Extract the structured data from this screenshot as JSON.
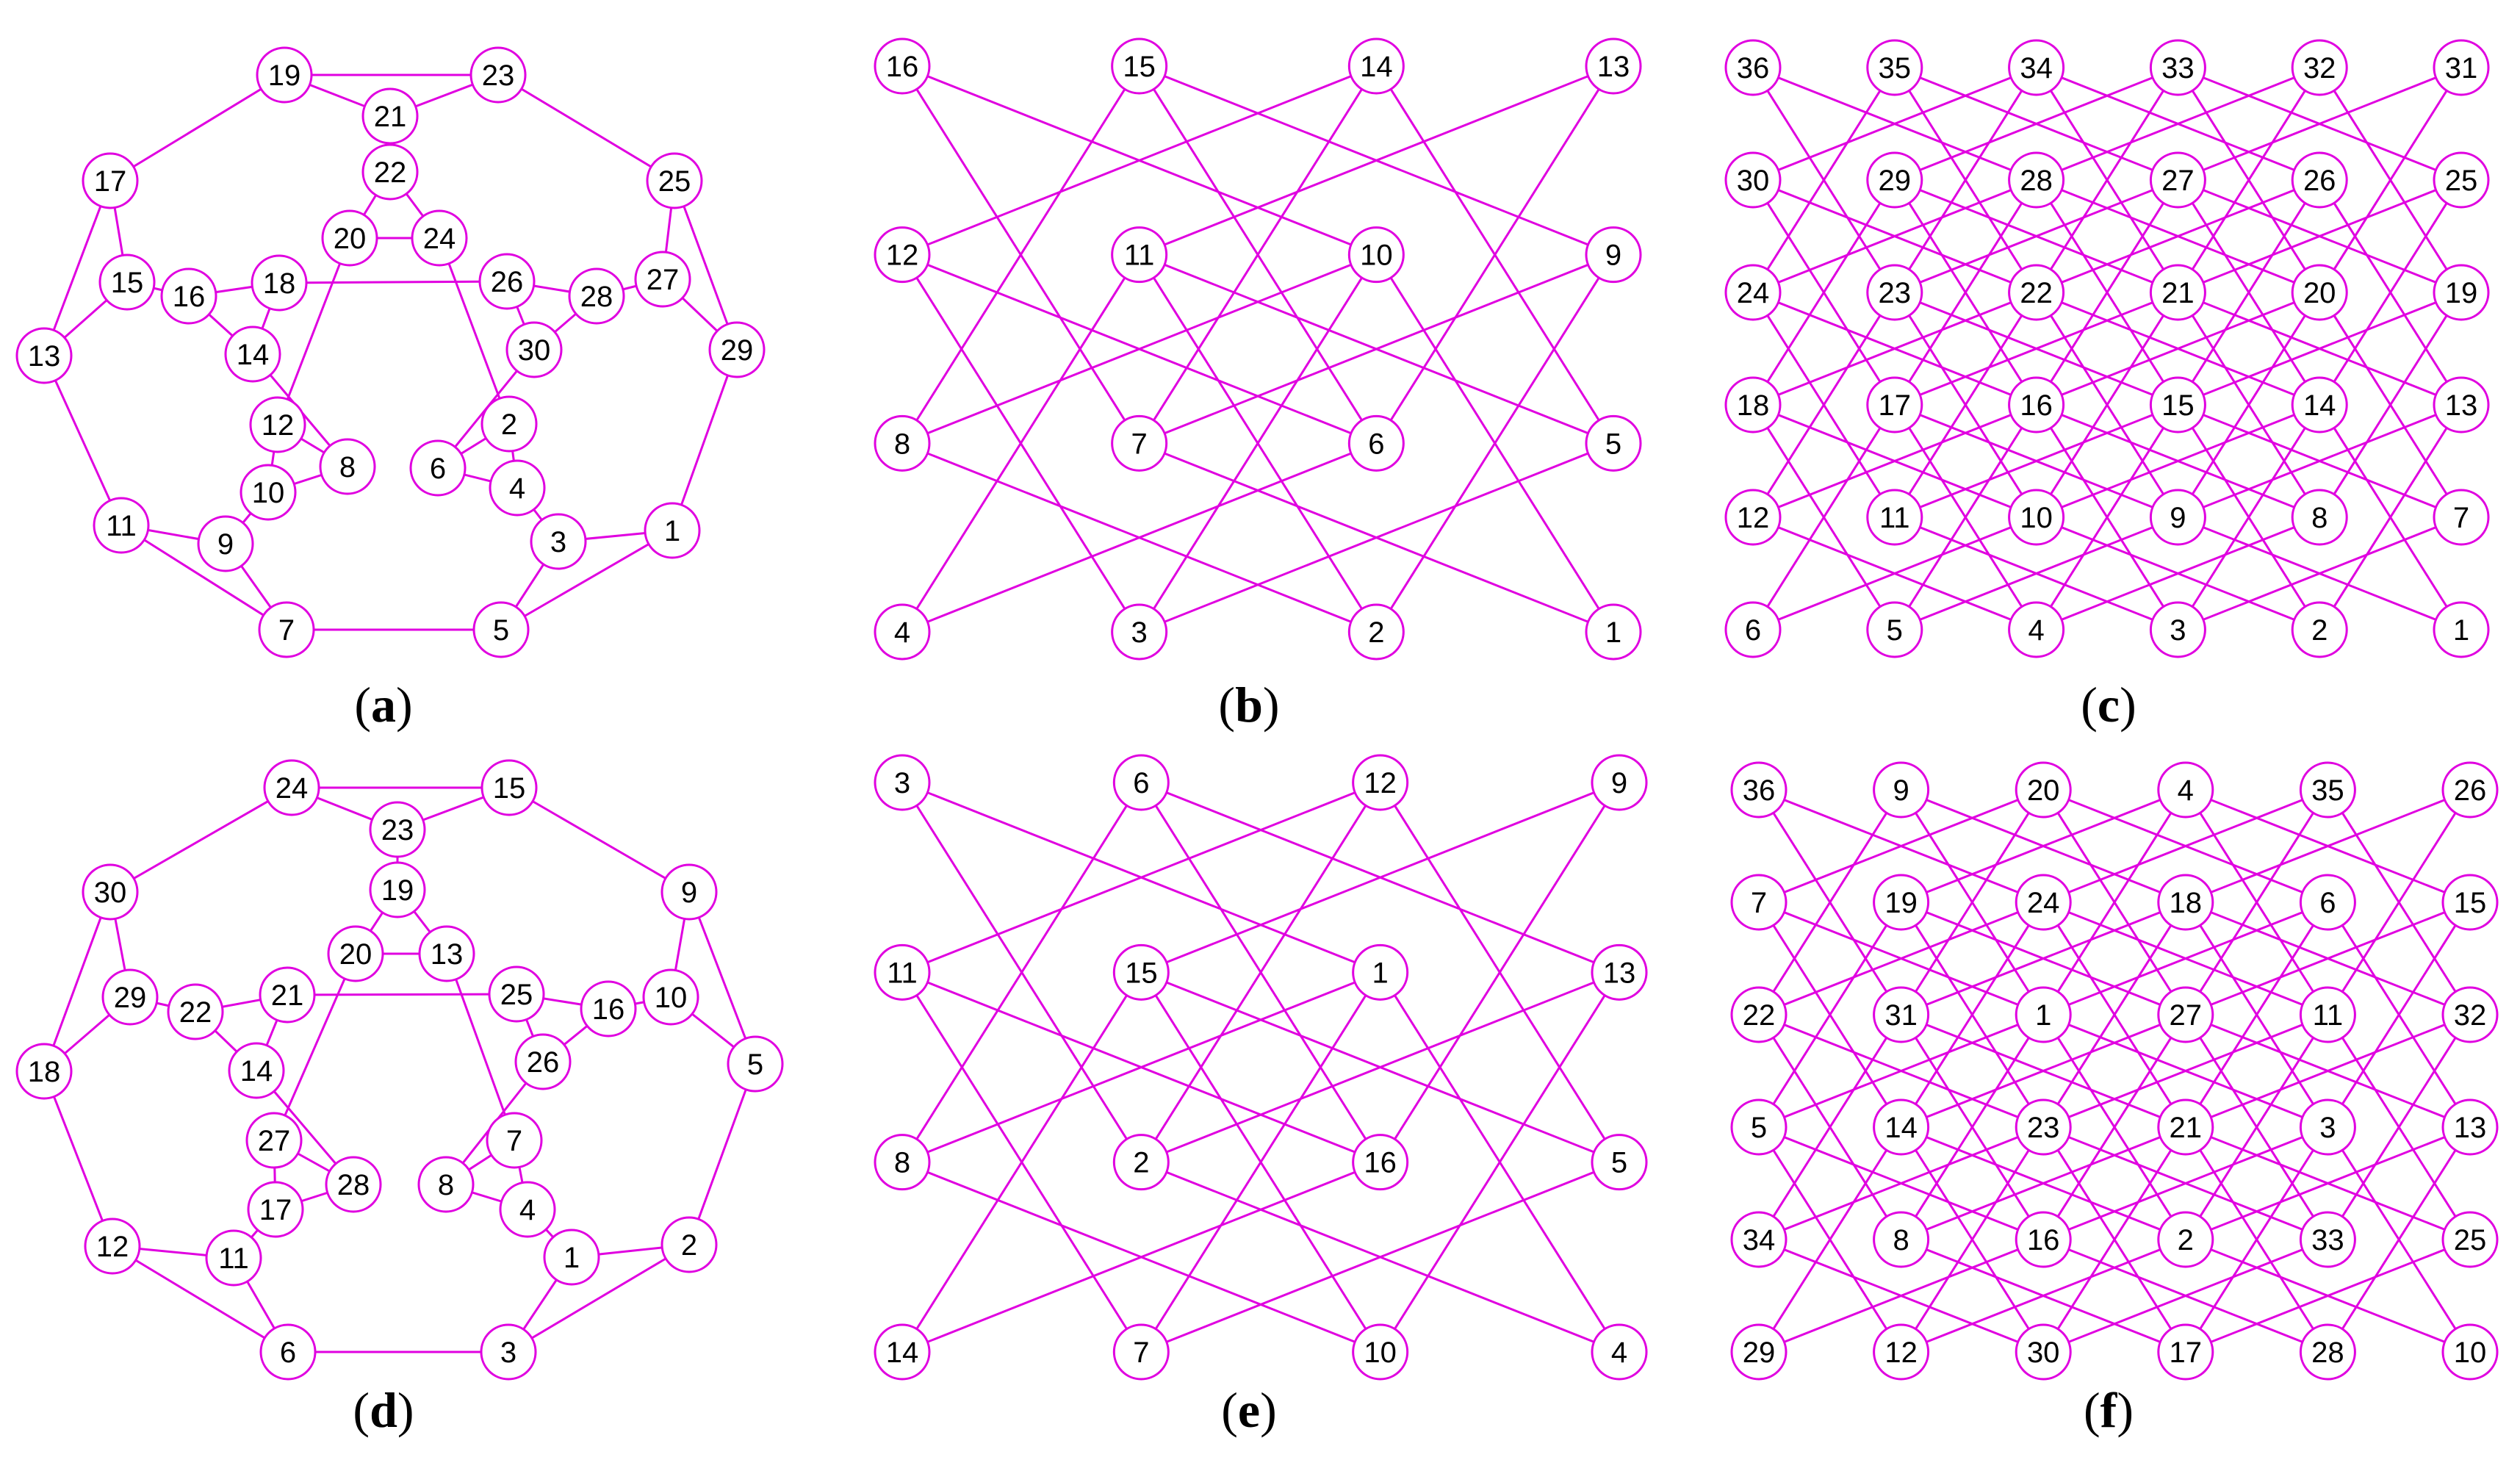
{
  "colors": {
    "edge": "#e000e0",
    "node_stroke": "#e000e0",
    "node_fill": "#ffffff",
    "label": "#000000"
  },
  "panels": [
    {
      "id": "a",
      "caption": "a",
      "kind": "polyhedral",
      "nodes": [
        "1",
        "2",
        "3",
        "4",
        "5",
        "6",
        "7",
        "8",
        "9",
        "10",
        "11",
        "12",
        "13",
        "14",
        "15",
        "16",
        "17",
        "18",
        "19",
        "20",
        "21",
        "22",
        "23",
        "24",
        "25",
        "26",
        "27",
        "28",
        "29",
        "30"
      ],
      "edges": [
        [
          "19",
          "23"
        ],
        [
          "19",
          "21"
        ],
        [
          "21",
          "23"
        ],
        [
          "21",
          "22"
        ],
        [
          "22",
          "20"
        ],
        [
          "22",
          "24"
        ],
        [
          "20",
          "24"
        ],
        [
          "19",
          "17"
        ],
        [
          "17",
          "13"
        ],
        [
          "17",
          "15"
        ],
        [
          "15",
          "13"
        ],
        [
          "15",
          "16"
        ],
        [
          "16",
          "18"
        ],
        [
          "16",
          "14"
        ],
        [
          "14",
          "18"
        ],
        [
          "18",
          "26"
        ],
        [
          "26",
          "28"
        ],
        [
          "28",
          "27"
        ],
        [
          "28",
          "30"
        ],
        [
          "30",
          "26"
        ],
        [
          "27",
          "25"
        ],
        [
          "27",
          "29"
        ],
        [
          "25",
          "23"
        ],
        [
          "25",
          "29"
        ],
        [
          "29",
          "1"
        ],
        [
          "1",
          "3"
        ],
        [
          "1",
          "5"
        ],
        [
          "3",
          "4"
        ],
        [
          "3",
          "5"
        ],
        [
          "4",
          "2"
        ],
        [
          "4",
          "6"
        ],
        [
          "2",
          "6"
        ],
        [
          "2",
          "24"
        ],
        [
          "30",
          "6"
        ],
        [
          "14",
          "8"
        ],
        [
          "8",
          "12"
        ],
        [
          "8",
          "10"
        ],
        [
          "12",
          "10"
        ],
        [
          "12",
          "20"
        ],
        [
          "10",
          "9"
        ],
        [
          "9",
          "11"
        ],
        [
          "9",
          "7"
        ],
        [
          "11",
          "7"
        ],
        [
          "11",
          "13"
        ],
        [
          "7",
          "5"
        ]
      ]
    },
    {
      "id": "b",
      "caption": "b",
      "kind": "grid",
      "rows": 4,
      "cols": 4,
      "labels": [
        [
          "16",
          "15",
          "14",
          "13"
        ],
        [
          "12",
          "11",
          "10",
          "9"
        ],
        [
          "8",
          "7",
          "6",
          "5"
        ],
        [
          "4",
          "3",
          "2",
          "1"
        ]
      ]
    },
    {
      "id": "c",
      "caption": "c",
      "kind": "grid",
      "rows": 6,
      "cols": 6,
      "labels": [
        [
          "36",
          "35",
          "34",
          "33",
          "32",
          "31"
        ],
        [
          "30",
          "29",
          "28",
          "27",
          "26",
          "25"
        ],
        [
          "24",
          "23",
          "22",
          "21",
          "20",
          "19"
        ],
        [
          "18",
          "17",
          "16",
          "15",
          "14",
          "13"
        ],
        [
          "12",
          "11",
          "10",
          "9",
          "8",
          "7"
        ],
        [
          "6",
          "5",
          "4",
          "3",
          "2",
          "1"
        ]
      ]
    },
    {
      "id": "d",
      "caption": "d",
      "kind": "polyhedral",
      "nodes": [
        "24",
        "15",
        "23",
        "19",
        "20",
        "13",
        "30",
        "9",
        "29",
        "22",
        "21",
        "25",
        "16",
        "10",
        "18",
        "5",
        "14",
        "26",
        "27",
        "7",
        "28",
        "8",
        "17",
        "4",
        "12",
        "11",
        "1",
        "2",
        "6",
        "3"
      ],
      "edges": [
        [
          "24",
          "15"
        ],
        [
          "24",
          "23"
        ],
        [
          "23",
          "15"
        ],
        [
          "23",
          "19"
        ],
        [
          "19",
          "20"
        ],
        [
          "19",
          "13"
        ],
        [
          "20",
          "13"
        ],
        [
          "24",
          "30"
        ],
        [
          "30",
          "18"
        ],
        [
          "30",
          "29"
        ],
        [
          "29",
          "18"
        ],
        [
          "29",
          "22"
        ],
        [
          "22",
          "21"
        ],
        [
          "22",
          "14"
        ],
        [
          "14",
          "21"
        ],
        [
          "21",
          "25"
        ],
        [
          "25",
          "16"
        ],
        [
          "16",
          "10"
        ],
        [
          "16",
          "26"
        ],
        [
          "26",
          "25"
        ],
        [
          "10",
          "9"
        ],
        [
          "10",
          "5"
        ],
        [
          "9",
          "15"
        ],
        [
          "9",
          "5"
        ],
        [
          "5",
          "2"
        ],
        [
          "2",
          "1"
        ],
        [
          "2",
          "3"
        ],
        [
          "1",
          "4"
        ],
        [
          "1",
          "3"
        ],
        [
          "4",
          "7"
        ],
        [
          "4",
          "8"
        ],
        [
          "7",
          "8"
        ],
        [
          "7",
          "13"
        ],
        [
          "26",
          "8"
        ],
        [
          "14",
          "28"
        ],
        [
          "28",
          "27"
        ],
        [
          "28",
          "17"
        ],
        [
          "27",
          "17"
        ],
        [
          "27",
          "20"
        ],
        [
          "17",
          "11"
        ],
        [
          "11",
          "12"
        ],
        [
          "11",
          "6"
        ],
        [
          "12",
          "6"
        ],
        [
          "12",
          "18"
        ],
        [
          "6",
          "3"
        ]
      ]
    },
    {
      "id": "e",
      "caption": "e",
      "kind": "grid",
      "rows": 4,
      "cols": 4,
      "labels": [
        [
          "3",
          "6",
          "12",
          "9"
        ],
        [
          "11",
          "15",
          "1",
          "13"
        ],
        [
          "8",
          "2",
          "16",
          "5"
        ],
        [
          "14",
          "7",
          "10",
          "4"
        ]
      ]
    },
    {
      "id": "f",
      "caption": "f",
      "kind": "grid",
      "rows": 6,
      "cols": 6,
      "labels": [
        [
          "36",
          "9",
          "20",
          "4",
          "35",
          "26"
        ],
        [
          "7",
          "19",
          "24",
          "18",
          "6",
          "15"
        ],
        [
          "22",
          "31",
          "1",
          "27",
          "11",
          "32"
        ],
        [
          "5",
          "14",
          "23",
          "21",
          "3",
          "13"
        ],
        [
          "34",
          "8",
          "16",
          "2",
          "33",
          "25"
        ],
        [
          "29",
          "12",
          "30",
          "17",
          "28",
          "10"
        ]
      ]
    }
  ]
}
